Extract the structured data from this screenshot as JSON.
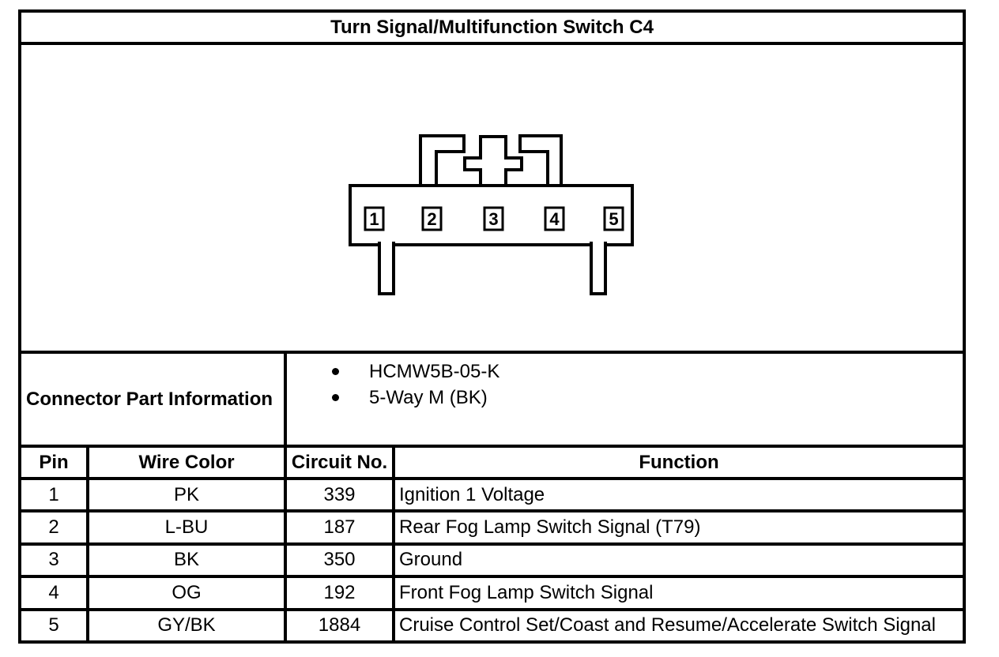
{
  "title": "Turn Signal/Multifunction Switch C4",
  "connector": {
    "pins": [
      "1",
      "2",
      "3",
      "4",
      "5"
    ]
  },
  "part_info": {
    "label": "Connector Part Information",
    "bullets": [
      "HCMW5B-05-K",
      "5-Way M (BK)"
    ]
  },
  "pin_table": {
    "headers": [
      "Pin",
      "Wire Color",
      "Circuit No.",
      "Function"
    ],
    "rows": [
      [
        "1",
        "PK",
        "339",
        "Ignition 1 Voltage"
      ],
      [
        "2",
        "L-BU",
        "187",
        "Rear Fog Lamp Switch Signal (T79)"
      ],
      [
        "3",
        "BK",
        "350",
        "Ground"
      ],
      [
        "4",
        "OG",
        "192",
        "Front Fog Lamp Switch Signal"
      ],
      [
        "5",
        "GY/BK",
        "1884",
        "Cruise Control Set/Coast and Resume/Accelerate Switch Signal"
      ]
    ]
  },
  "colors": {
    "line": "#000000",
    "background": "#ffffff",
    "text": "#000000"
  }
}
